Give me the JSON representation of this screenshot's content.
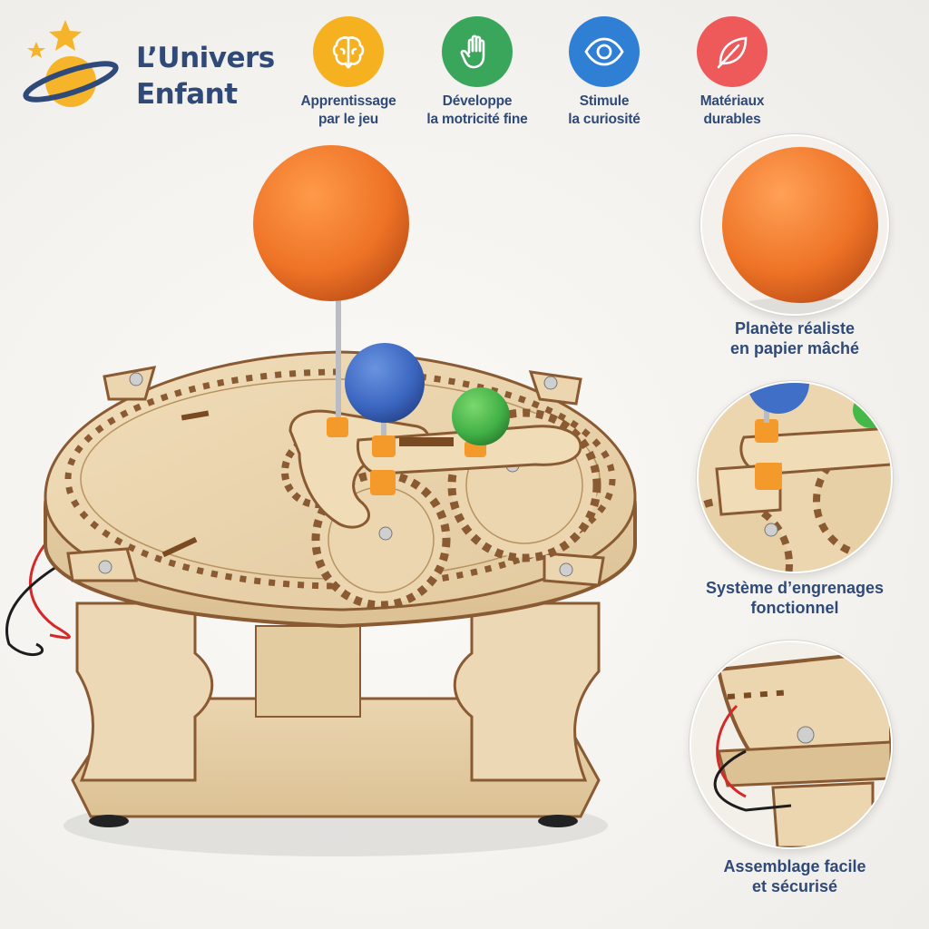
{
  "brand": {
    "line1": "L’Univers",
    "line2": "Enfant"
  },
  "features": [
    {
      "icon": "brain-icon",
      "color": "#f5b120",
      "line1": "Apprentissage",
      "line2": "par le jeu"
    },
    {
      "icon": "hand-icon",
      "color": "#3aa65b",
      "line1": "Développe",
      "line2": "la motricité fine"
    },
    {
      "icon": "eye-icon",
      "color": "#2f7fd4",
      "line1": "Stimule",
      "line2": "la curiosité"
    },
    {
      "icon": "leaf-icon",
      "color": "#ee5a5a",
      "line1": "Matériaux",
      "line2": "durables"
    }
  ],
  "details": [
    {
      "line1": "Planète réaliste",
      "line2": "en papier mâché"
    },
    {
      "line1": "Système d’engrenages",
      "line2": "fonctionnel"
    },
    {
      "line1": "Assemblage facile",
      "line2": "et sécurisé"
    }
  ],
  "colors": {
    "wood": "#e9d3ae",
    "wood_edge": "#8a5a32",
    "sun": "#f07a2a",
    "earth": "#3f6fc6",
    "moon": "#45b84a",
    "peg": "#f39a2a",
    "text": "#2f4a78"
  }
}
